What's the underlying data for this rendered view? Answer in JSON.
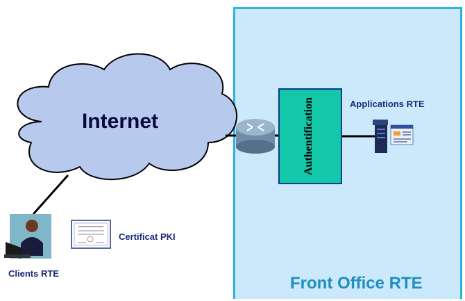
{
  "cloud": {
    "label": "Internet"
  },
  "zone": {
    "title": "Front Office RTE"
  },
  "auth": {
    "label": "Authentification"
  },
  "apps": {
    "label": "Applications RTE"
  },
  "client": {
    "label": "Clients RTE"
  },
  "cert": {
    "label": "Certificat PKI"
  },
  "colors": {
    "zone_fill": "#cce9fb",
    "zone_border": "#29b6e0",
    "auth_fill": "#13c8a8",
    "cloud_fill": "#b8c9ee"
  }
}
